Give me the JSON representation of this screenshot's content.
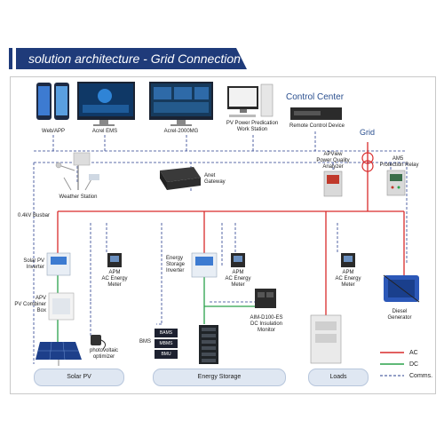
{
  "header": {
    "title": "solution architecture - Grid Connection"
  },
  "control_center": "Control Center",
  "grid_label": "Grid",
  "busbar_label": "0.4kV Busbar",
  "devices": {
    "web_app": "Web/APP",
    "acrel_ems": "Acrel EMS",
    "acrel_2000mg": "Acrel-2000MG",
    "pv_workstation_1": "PV Power Predication",
    "pv_workstation_2": "Work Station",
    "remote_control": "Remote Control Device",
    "weather_station": "Weather Station",
    "gateway_1": "Anet",
    "gateway_2": "Gateway",
    "apview_1": "APView",
    "apview_2": "Power Quality",
    "apview_3": "Analyzer",
    "am5_1": "AM5",
    "am5_2": "Protection Relay",
    "solar_inverter_1": "Solar PV",
    "solar_inverter_2": "Inverter",
    "apm1_1": "APM",
    "apm1_2": "AC Energy",
    "apm1_3": "Meter",
    "ess_inverter_1": "Energy",
    "ess_inverter_2": "Storage",
    "ess_inverter_3": "Inverter",
    "apm2_1": "APM",
    "apm2_2": "AC Energy",
    "apm2_3": "Meter",
    "apm3_1": "APM",
    "apm3_2": "AC Energy",
    "apm3_3": "Meter",
    "combiner_1": "APV",
    "combiner_2": "PV Combiner",
    "combiner_3": "Box",
    "aim_1": "AIM-D100-ES",
    "aim_2": "DC Insulation",
    "aim_3": "Monitor",
    "diesel_1": "Diesel",
    "diesel_2": "Generator",
    "optimizer_1": "photovoltaic",
    "optimizer_2": "optimizer",
    "bms_label": "BMS",
    "bams": "BAMS",
    "mbms": "MBMS",
    "bmu": "BMU"
  },
  "groups": {
    "solar": "Solar PV",
    "storage": "Energy Storage",
    "loads": "Loads"
  },
  "legend": {
    "ac": "AC",
    "dc": "DC",
    "comms": "Comms."
  },
  "colors": {
    "ac": "#d92b2b",
    "dc": "#2aa24a",
    "comms": "#2a3f8f",
    "title_bg": "#1f3b7a"
  }
}
